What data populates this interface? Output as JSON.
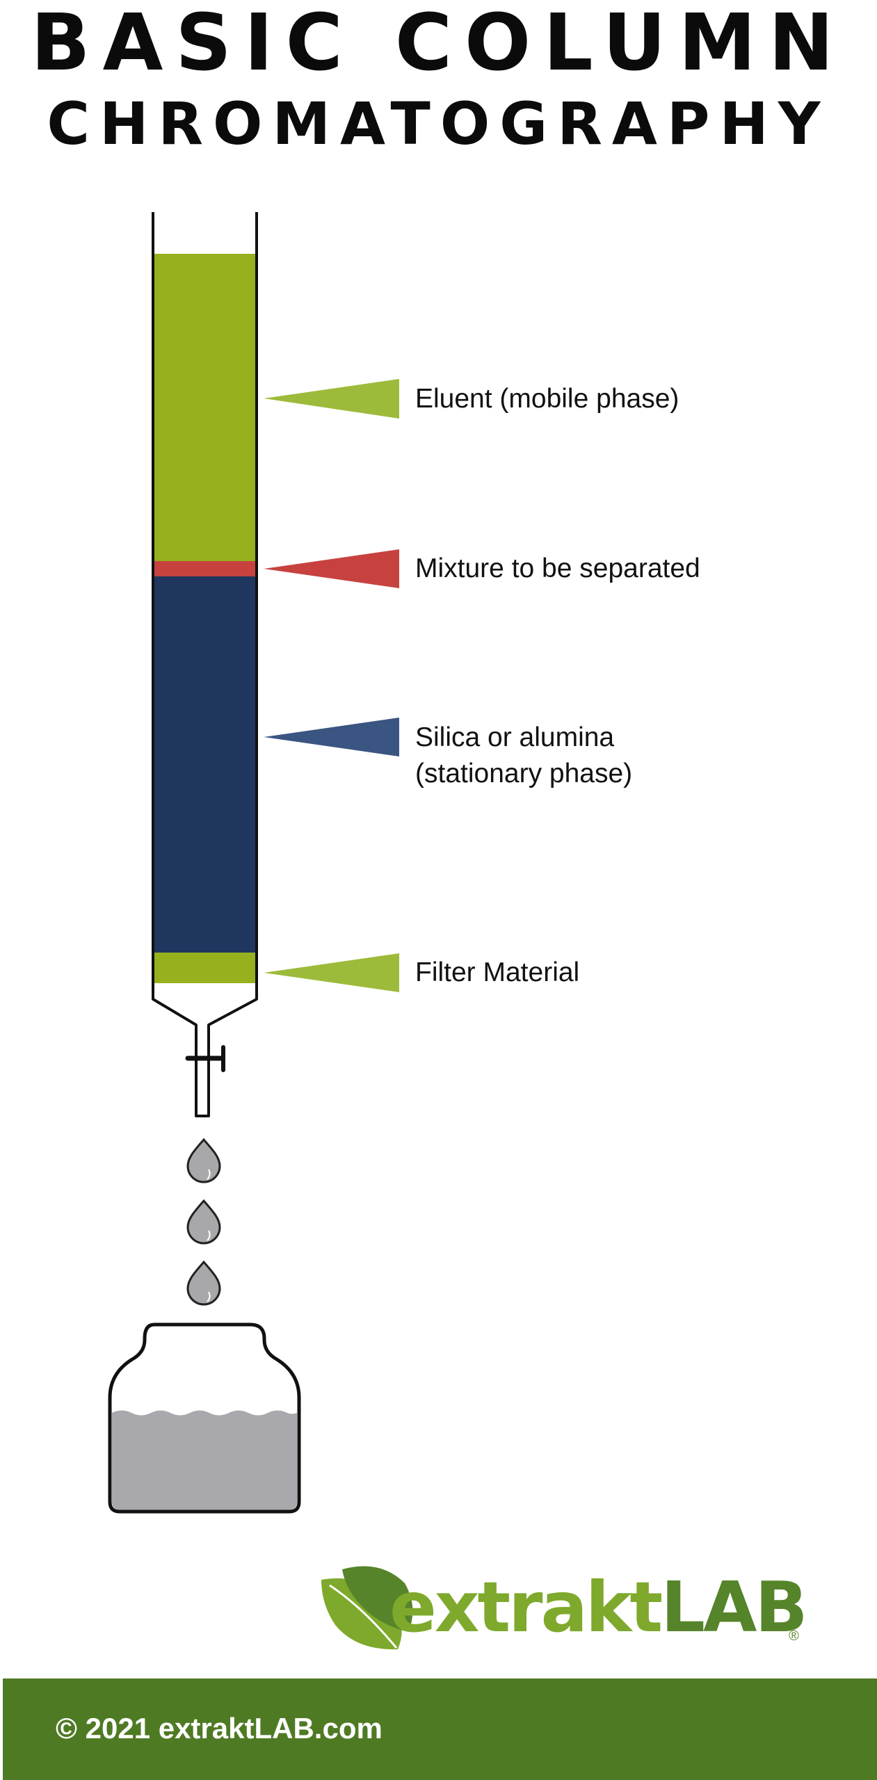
{
  "title": {
    "line1": "BASIC COLUMN",
    "line2": "CHROMATOGRAPHY"
  },
  "labels": {
    "eluent": "Eluent (mobile phase)",
    "mixture": "Mixture to be separated",
    "silica_line1": "Silica or alumina",
    "silica_line2": "(stationary phase)",
    "filter": "Filter Material"
  },
  "colors": {
    "eluent": "#95b11e",
    "mixture": "#c7423f",
    "stationary": "#1f375e",
    "filter": "#95b11e",
    "eluent_pointer": "#9dbb3a",
    "mixture_pointer": "#c7423f",
    "stationary_pointer": "#3b5582",
    "drop": "#a8a8ab",
    "collected_liquid": "#a8a8ad",
    "footer": "#4f7a24"
  },
  "logo": {
    "word_part1": "extrakt",
    "word_part2": "LAB",
    "registered": "®"
  },
  "footer": {
    "text": "© 2021 extraktLAB.com"
  }
}
